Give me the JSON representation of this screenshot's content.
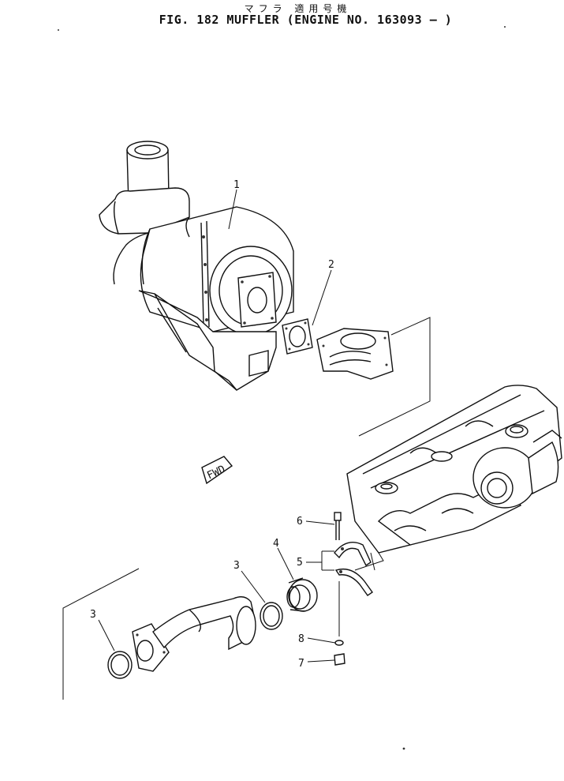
{
  "figure": {
    "title_jp": "マフラ 適用号機",
    "title": "FIG. 182 MUFFLER (ENGINE NO. 163093 –  )"
  },
  "direction_tag": "FWD",
  "callouts": [
    {
      "id": "c1",
      "text": "1"
    },
    {
      "id": "c2",
      "text": "2"
    },
    {
      "id": "c3a",
      "text": "3"
    },
    {
      "id": "c3b",
      "text": "3"
    },
    {
      "id": "c4",
      "text": "4"
    },
    {
      "id": "c5",
      "text": "5"
    },
    {
      "id": "c6",
      "text": "6"
    },
    {
      "id": "c7",
      "text": "7"
    },
    {
      "id": "c8",
      "text": "8"
    }
  ]
}
